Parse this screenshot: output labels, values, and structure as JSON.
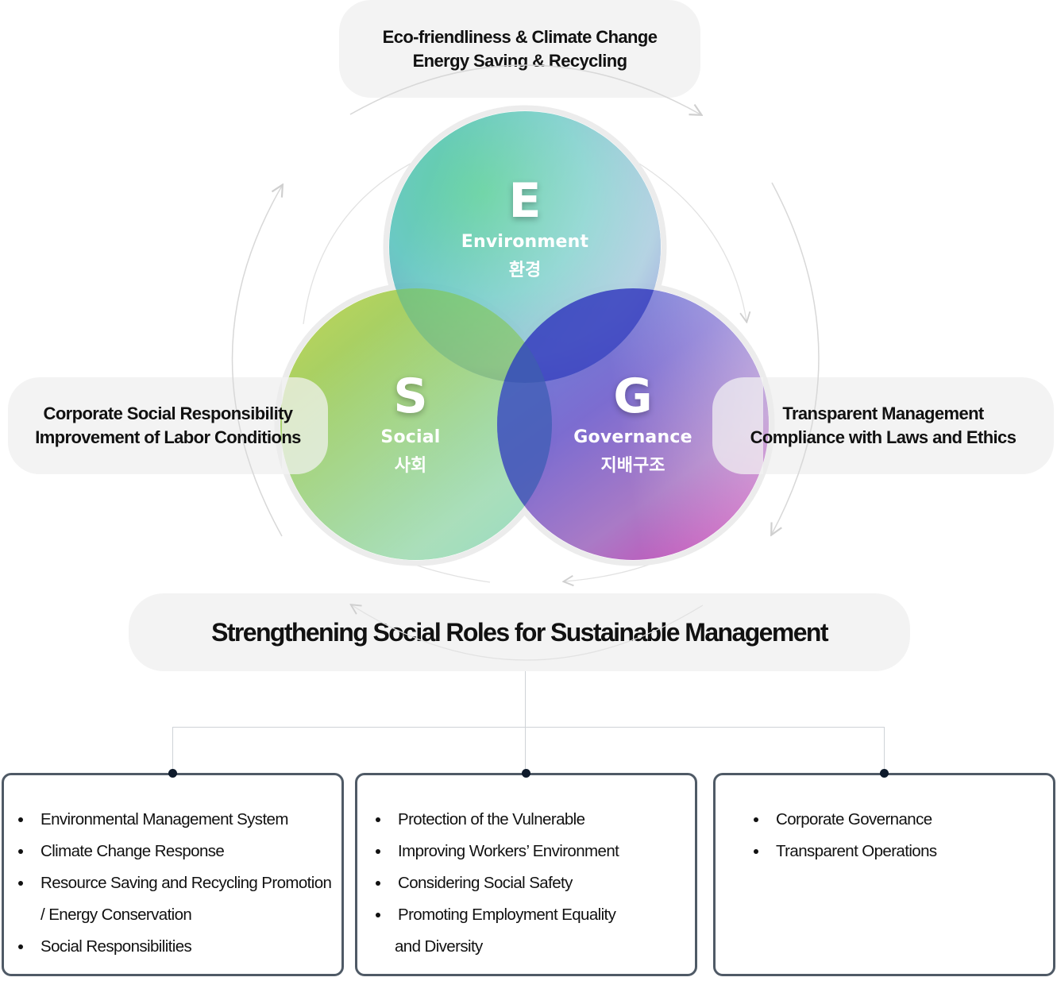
{
  "diagram": {
    "title": "Strengthening Social Roles for Sustainable Management",
    "pillars": [
      {
        "id": "E",
        "letter": "E",
        "name_en": "Environment",
        "name_ko": "환경",
        "themes": [
          "Eco-friendliness & Climate Change",
          "Energy Saving & Recycling"
        ],
        "colors": [
          "#4ccb8f",
          "#5bc4c0",
          "#a8dcc8",
          "#3a3fbf"
        ]
      },
      {
        "id": "S",
        "letter": "S",
        "name_en": "Social",
        "name_ko": "사회",
        "themes": [
          "Corporate Social Responsibility",
          "Improvement of Labor Conditions"
        ],
        "colors": [
          "#b5d35e",
          "#8fcb6a",
          "#55c28a",
          "#c8e0a0"
        ]
      },
      {
        "id": "G",
        "letter": "G",
        "name_en": "Governance",
        "name_ko": "지배구조",
        "themes": [
          "Transparent Management",
          "Compliance with Laws and Ethics"
        ],
        "colors": [
          "#6e6dd3",
          "#7c6fcf",
          "#c24fb8",
          "#a3b0e2"
        ]
      }
    ],
    "cards": [
      {
        "items": [
          {
            "text": "Environmental Management System",
            "bullet": true
          },
          {
            "text": "Climate Change Response",
            "bullet": true
          },
          {
            "text": "Resource Saving and Recycling Promotion",
            "bullet": true
          },
          {
            "text": "/ Energy Conservation",
            "bullet": false
          },
          {
            "text": "Social Responsibilities",
            "bullet": true
          }
        ]
      },
      {
        "items": [
          {
            "text": "Protection of the Vulnerable",
            "bullet": true
          },
          {
            "text": "Improving Workers’ Environment",
            "bullet": true
          },
          {
            "text": "Considering Social Safety",
            "bullet": true
          },
          {
            "text": "Promoting Employment Equality",
            "bullet": true
          },
          {
            "text": "and Diversity",
            "bullet": false
          }
        ]
      },
      {
        "items": [
          {
            "text": "Corporate Governance",
            "bullet": true
          },
          {
            "text": "Transparent Operations",
            "bullet": true
          }
        ]
      }
    ],
    "accent_colors": {
      "pill_bg": "#f3f3f3",
      "card_border": "#4f5a66",
      "connector_dot": "#0e1a2b",
      "connector_line": "#cfd3d7",
      "cycle_arrow": "#d6d6d6"
    }
  }
}
